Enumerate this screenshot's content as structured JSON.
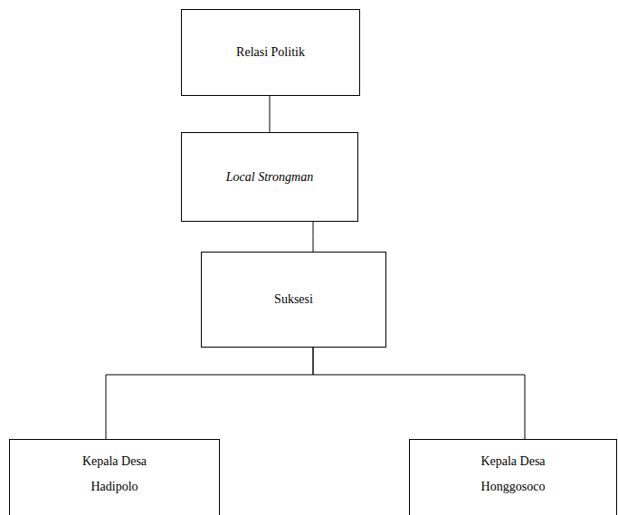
{
  "diagram": {
    "nodes": [
      {
        "text": [
          "Relasi Politik"
        ]
      },
      {
        "text": [
          "Local Strongman"
        ]
      },
      {
        "text": [
          "Suksesi"
        ]
      },
      {
        "text": [
          "Kepala Desa Hadipolo"
        ]
      },
      {
        "text": [
          "Kepala Desa Honggosoco"
        ]
      }
    ],
    "edges": [
      {
        "from": 0,
        "to": 1,
        "arrow": "none"
      },
      {
        "from": 1,
        "to": 2,
        "arrow": "none"
      },
      {
        "from": 2,
        "to": 3,
        "arrow": "none"
      },
      {
        "from": 2,
        "to": 4,
        "arrow": "none"
      }
    ]
  }
}
